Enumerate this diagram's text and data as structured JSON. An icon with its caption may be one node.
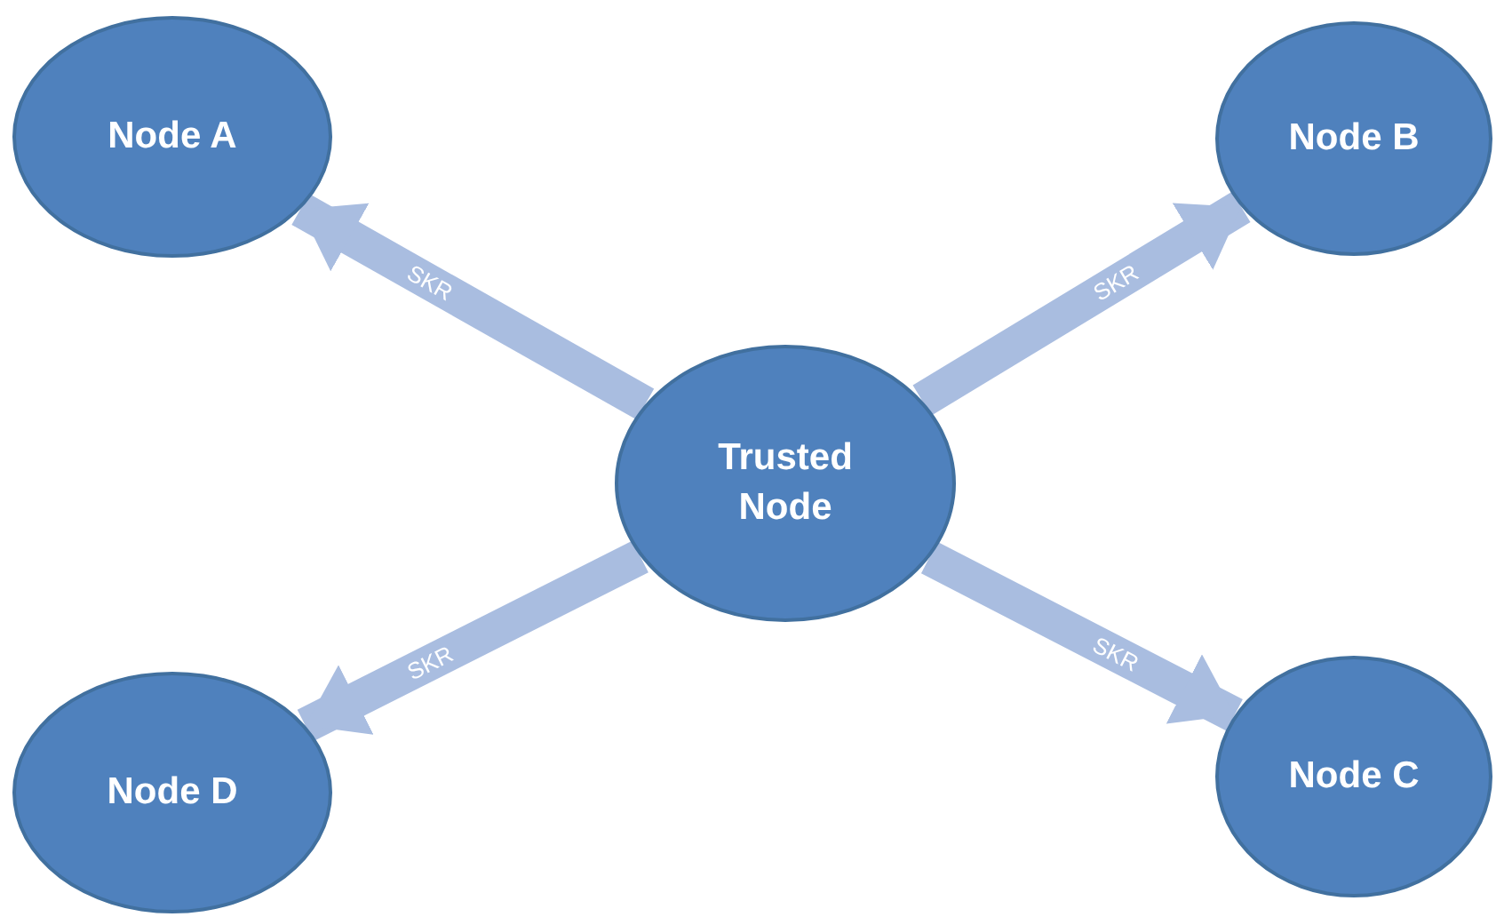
{
  "diagram": {
    "nodes": [
      {
        "text": [
          "Node A"
        ]
      },
      {
        "text": [
          "Node B"
        ]
      },
      {
        "text": [
          "Trusted Node"
        ]
      },
      {
        "text": [
          "Node D"
        ]
      },
      {
        "text": [
          "Node C"
        ]
      }
    ],
    "edges": [
      {
        "from": 2,
        "to": 0,
        "arrow": "to",
        "label": "SKR"
      },
      {
        "from": 2,
        "to": 1,
        "arrow": "to",
        "label": "SKR"
      },
      {
        "from": 2,
        "to": 3,
        "arrow": "to",
        "label": "SKR"
      },
      {
        "from": 2,
        "to": 4,
        "arrow": "to",
        "label": "SKR"
      }
    ]
  }
}
